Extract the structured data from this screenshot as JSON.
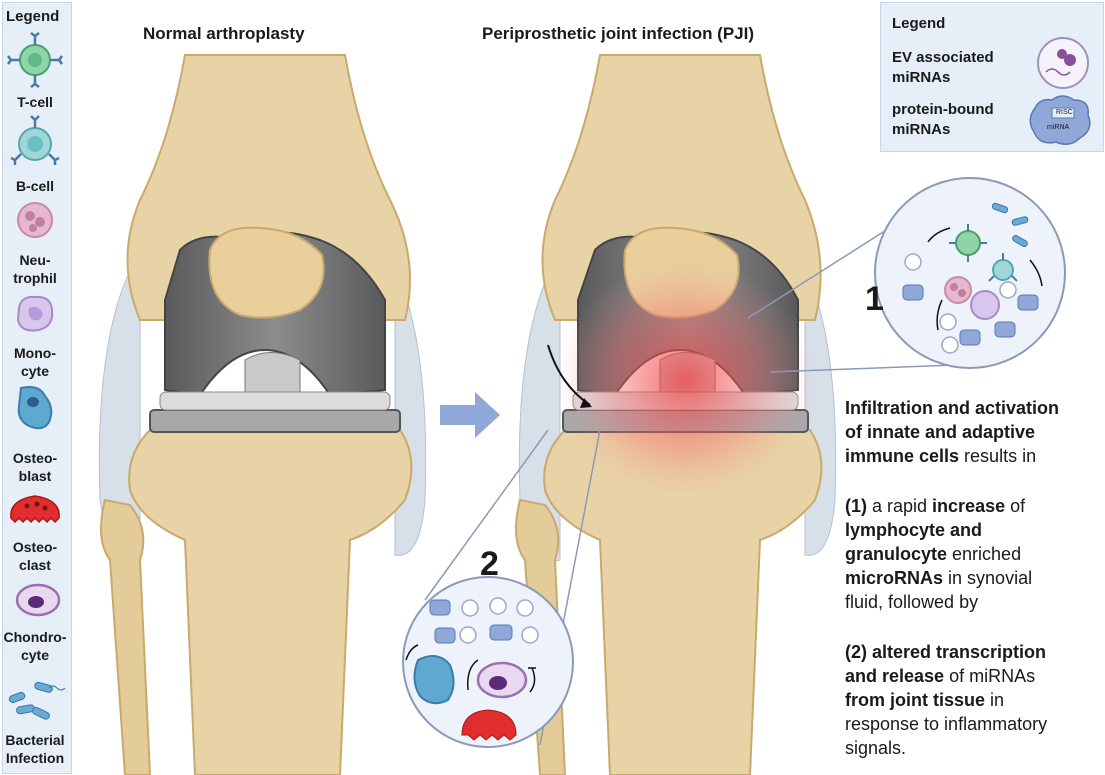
{
  "left_legend": {
    "title": "Legend",
    "items": [
      {
        "label_1": "T-cell",
        "label_2": "",
        "icon": "t-cell-icon"
      },
      {
        "label_1": "B-cell",
        "label_2": "",
        "icon": "b-cell-icon"
      },
      {
        "label_1": "Neu-",
        "label_2": "trophil",
        "icon": "neutrophil-icon"
      },
      {
        "label_1": "Mono-",
        "label_2": "cyte",
        "icon": "monocyte-icon"
      },
      {
        "label_1": "Osteo-",
        "label_2": "blast",
        "icon": "osteoblast-icon"
      },
      {
        "label_1": "Osteo-",
        "label_2": "clast",
        "icon": "osteoclast-icon"
      },
      {
        "label_1": "Chondro-",
        "label_2": "cyte",
        "icon": "chondrocyte-icon"
      },
      {
        "label_1": "Bacterial",
        "label_2": "Infection",
        "icon": "bacteria-icon"
      }
    ]
  },
  "headings": {
    "left": "Normal arthroplasty",
    "right": "Periprosthetic joint infection (PJI)"
  },
  "right_legend": {
    "title": "Legend",
    "ev_line1": "EV associated",
    "ev_line2": "miRNAs",
    "protein_line1": "protein-bound",
    "protein_line2": "miRNAs",
    "risc_text": "RISC",
    "mirna_text": "miRNA"
  },
  "markers": {
    "one": "1",
    "two": "2"
  },
  "description": {
    "p1_b1": "Infiltration and activation",
    "p1_b2": "of innate and adaptive",
    "p1_b3": "immune cells",
    "p1_t3": " results in",
    "p2_b1": "(1)",
    "p2_t1": " a rapid ",
    "p2_b1b": "increase",
    "p2_t1b": " of",
    "p2_b2": "lymphocyte and",
    "p2_b3": "granulocyte",
    "p2_t3": " enriched",
    "p2_b4": "microRNAs",
    "p2_t4": " in synovial",
    "p2_t5": "fluid, followed by",
    "p3_b1": "(2) altered transcription",
    "p3_b2": "and release",
    "p3_t2": " of miRNAs",
    "p3_b3": "from joint tissue",
    "p3_t3": " in",
    "p3_t4": "response to inflammatory",
    "p3_t5": "signals."
  },
  "colors": {
    "bone": "#e8d3a6",
    "bone_shade": "#d3b47d",
    "metal_dark": "#6e6e70",
    "metal_light": "#b9b9bb",
    "ligament": "#cfd8e2",
    "inflammation": "#f05050",
    "arrow": "#8fa8d8",
    "circle_fill": "#eef3fb",
    "circle_stroke": "#8a9ab8"
  }
}
